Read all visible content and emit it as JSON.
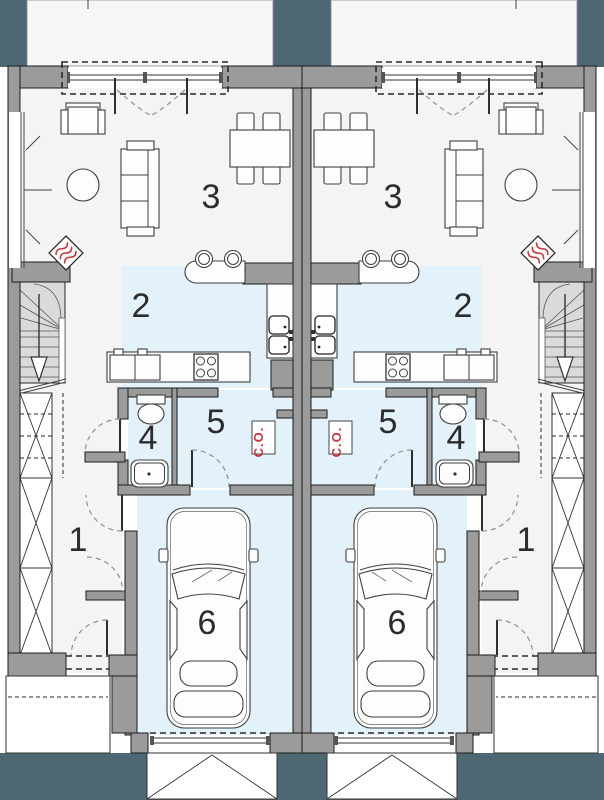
{
  "colors": {
    "backdrop": "#4e6873",
    "wall": "#9b9b9b",
    "wet_room_floor": "#e3f1fa",
    "dry_room_floor": "#f4f4f4",
    "stairs": "#dadada",
    "accent_red": "#c4373f"
  },
  "heating_label": "C.O.",
  "rooms": {
    "left": {
      "hall": "1",
      "kitchen": "2",
      "living_room": "3",
      "wc": "4",
      "inner_hall": "5",
      "garage": "6"
    },
    "right": {
      "hall": "1",
      "kitchen": "2",
      "living_room": "3",
      "wc": "4",
      "inner_hall": "5",
      "garage": "6"
    }
  }
}
